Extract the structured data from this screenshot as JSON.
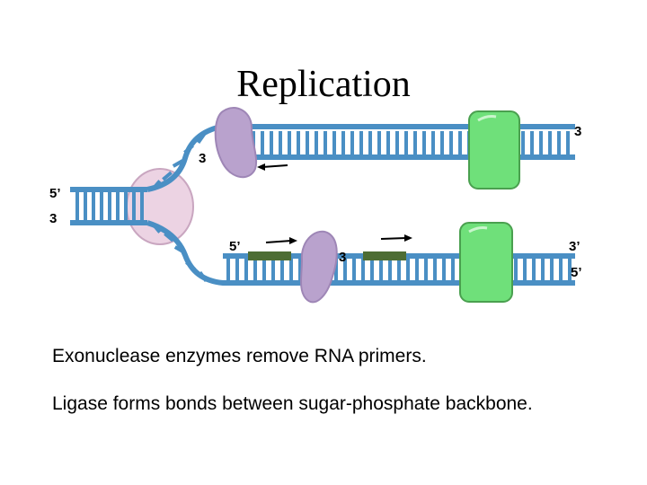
{
  "title": "Replication",
  "labels": {
    "top_strand_right": "3",
    "top_fork_upper": "3",
    "left_upper": "5’",
    "left_lower": "3",
    "lower_primer_5": "5’",
    "lower_primer_3": "3",
    "right_lower_upper": "3’",
    "right_lower_lower": "5’"
  },
  "captions": {
    "line1": "Exonuclease enzymes remove RNA primers.",
    "line2": "Ligase forms bonds between sugar-phosphate backbone."
  },
  "colors": {
    "dna_strand": "#4a8fc4",
    "polymerase": "#b9a2cd",
    "helicase": "#ecd3e3",
    "ligase": "#6fe07a",
    "rna_primer": "#4d6d34",
    "arrow": "#000000"
  }
}
